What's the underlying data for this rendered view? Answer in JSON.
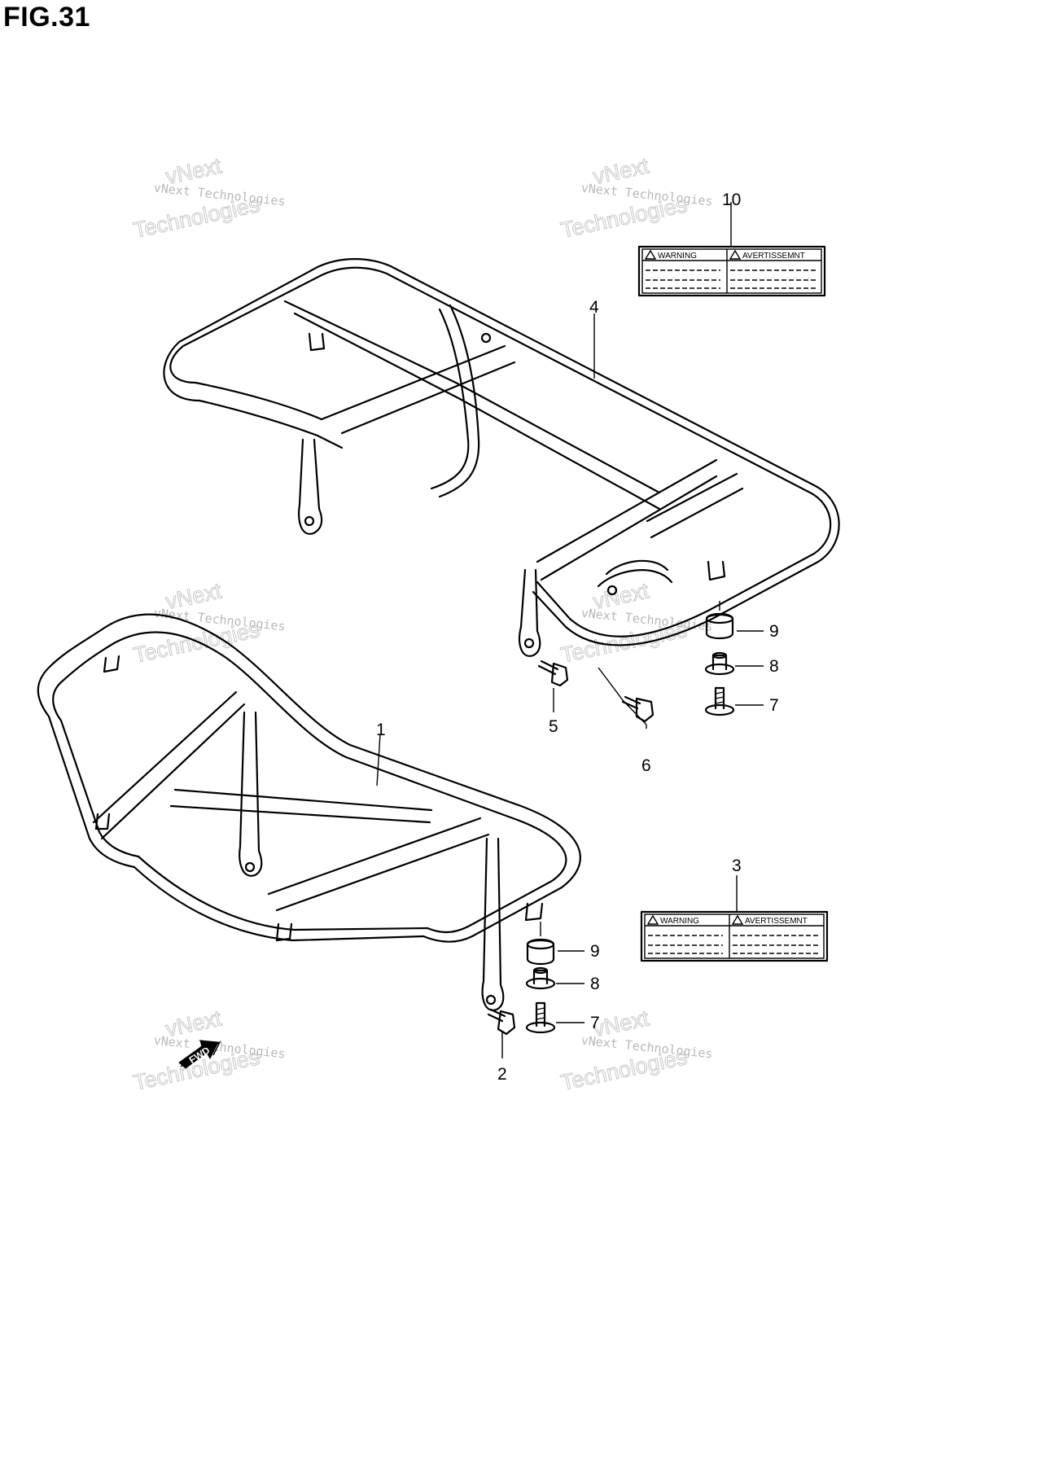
{
  "figure": {
    "title": "FIG.31"
  },
  "callouts": {
    "p1": "1",
    "p2": "2",
    "p3": "3",
    "p4": "4",
    "p5": "5",
    "p6": "6",
    "p7a": "7",
    "p7b": "7",
    "p8a": "8",
    "p8b": "8",
    "p9a": "9",
    "p9b": "9",
    "p10": "10"
  },
  "warning_label": {
    "left": "WARNING",
    "right": "AVERTISSEMNT"
  },
  "fwd_arrow": {
    "text": "FWD"
  },
  "watermark": {
    "line1": "vNext Technologies",
    "line2": "vNext",
    "line3": "Technologies"
  }
}
